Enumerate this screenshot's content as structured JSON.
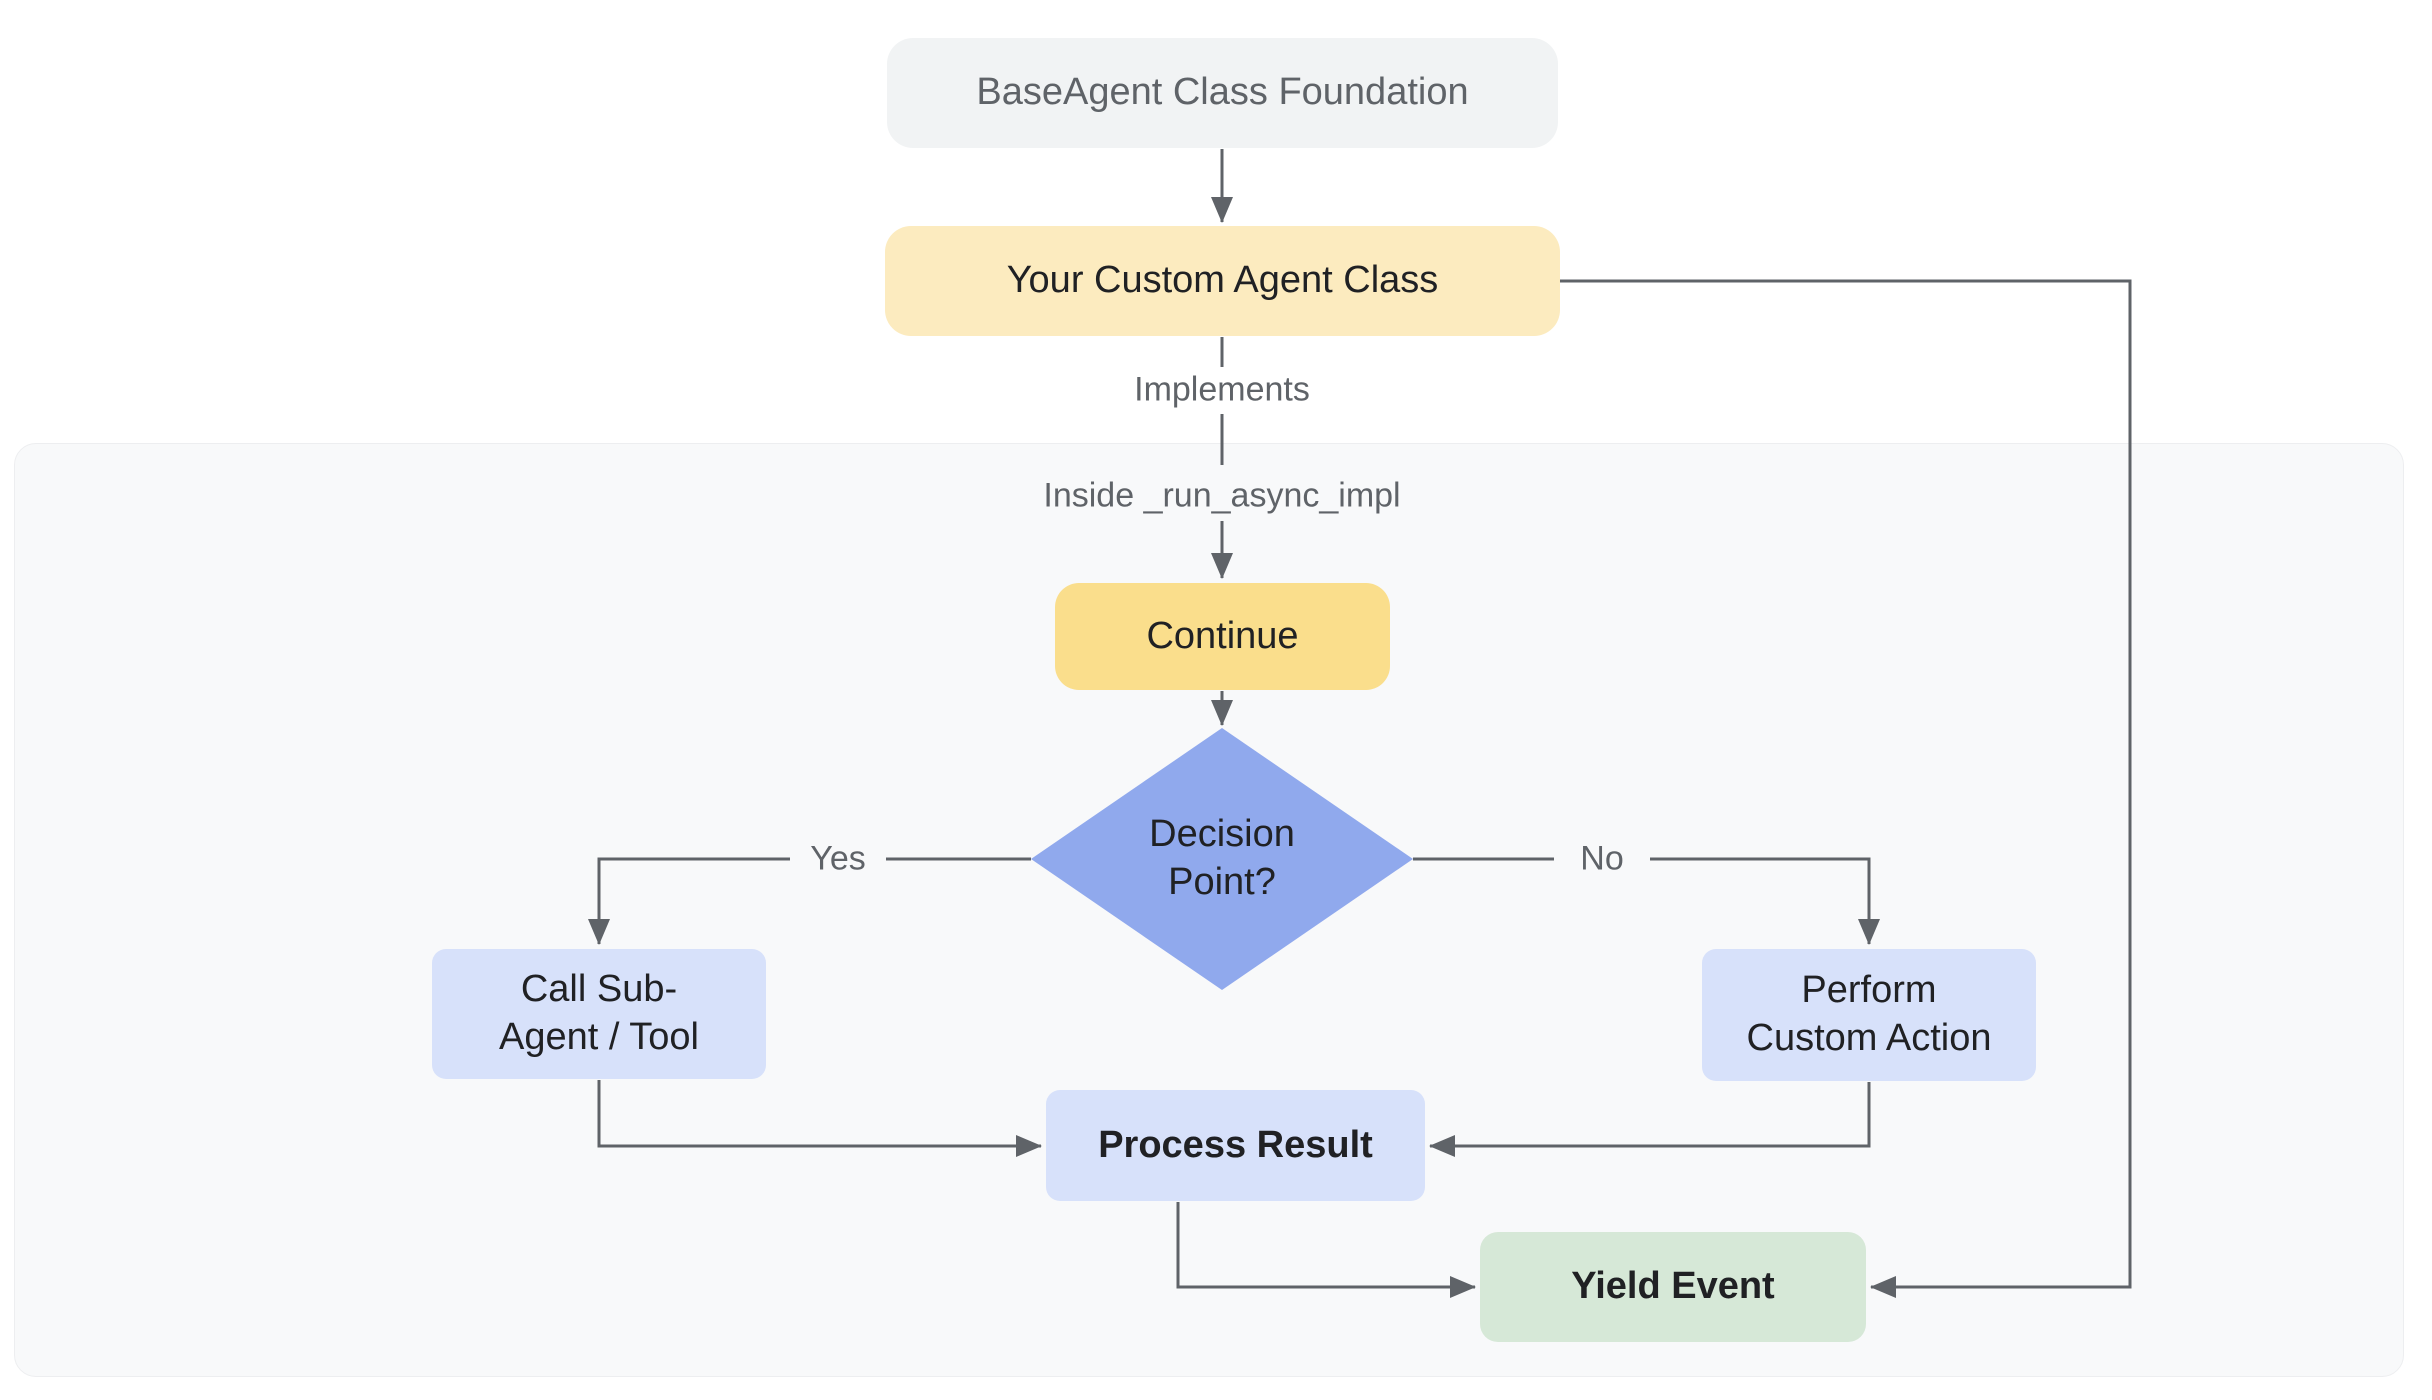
{
  "colors": {
    "page_bg": "#FFFFFF",
    "container_bg": "#F8F9FA",
    "container_border": "#EDEEF0",
    "node_gray_bg": "#F1F3F4",
    "node_gray_text": "#5F6368",
    "yellow_light": "#FCEBBF",
    "yellow_gold": "#FADE8C",
    "diamond_blue": "#90A9ED",
    "blue_light": "#D7E1FA",
    "green_light": "#D6E8D7",
    "line": "#5F6368",
    "text_dark": "#202124",
    "label_gray": "#5F6368"
  },
  "nodes": {
    "base_agent": {
      "label": "BaseAgent Class Foundation"
    },
    "custom_agent": {
      "label": "Your Custom Agent Class"
    },
    "continue": {
      "label": "Continue"
    },
    "decision": {
      "lines": [
        "Decision",
        "Point?"
      ]
    },
    "call_subagent": {
      "lines": [
        "Call Sub-",
        "Agent / Tool"
      ]
    },
    "perform_custom": {
      "lines": [
        "Perform",
        "Custom Action"
      ]
    },
    "process_result": {
      "label": "Process Result"
    },
    "yield_event": {
      "label": "Yield Event"
    }
  },
  "edge_labels": {
    "implements": "Implements",
    "inside_impl": "Inside _run_async_impl",
    "yes": "Yes",
    "no": "No"
  }
}
